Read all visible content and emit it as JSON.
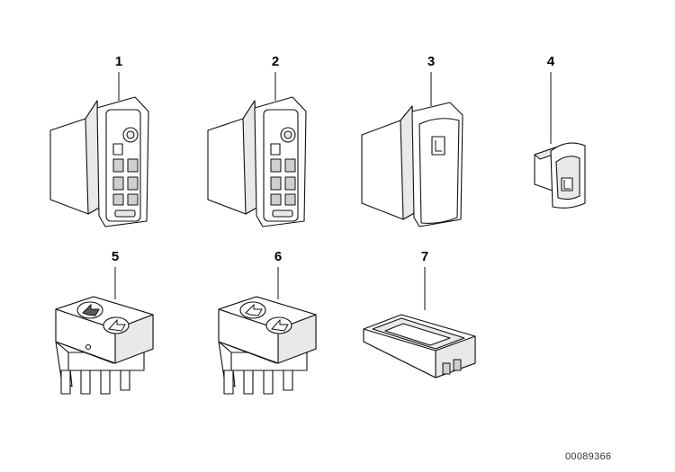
{
  "callouts": [
    "1",
    "2",
    "3",
    "4",
    "5",
    "6",
    "7"
  ],
  "reference_code": "00089366"
}
